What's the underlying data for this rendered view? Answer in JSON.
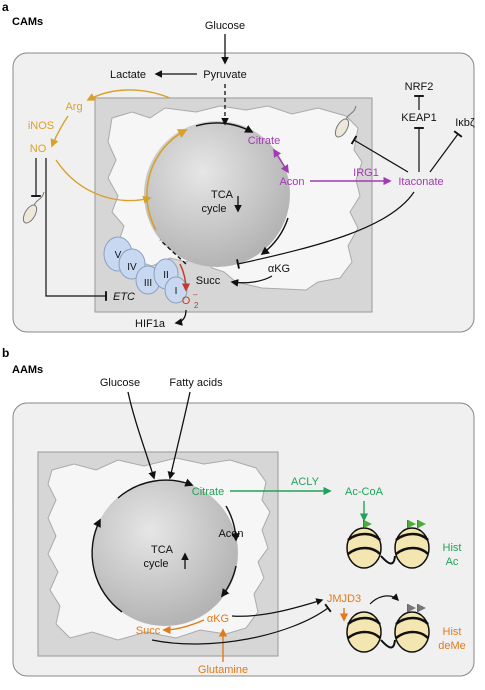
{
  "panel_a": {
    "letter": "a",
    "title": "CAMs",
    "glucose": "Glucose",
    "lactate": "Lactate",
    "pyruvate": "Pyruvate",
    "arg": "Arg",
    "inos": "iNOS",
    "no": "NO",
    "citrate": "Citrate",
    "acon": "Acon",
    "irg1": "IRG1",
    "itaconate": "Itaconate",
    "nrf2": "NRF2",
    "keap1": "KEAP1",
    "ikbz": "Iκbζ",
    "tca_line1": "TCA",
    "tca_line2": "cycle",
    "akg": "αKG",
    "succ": "Succ",
    "complex_v": "V",
    "complex_iv": "IV",
    "complex_iii": "III",
    "complex_ii": "II",
    "complex_i": "I",
    "etc": "ETC",
    "o2": "O",
    "o2_sub": "2",
    "o2_sup": "–",
    "hif1a": "HIF1a"
  },
  "panel_b": {
    "letter": "b",
    "title": "AAMs",
    "glucose": "Glucose",
    "fatty_acids": "Fatty acids",
    "citrate": "Citrate",
    "acly": "ACLY",
    "acetyl_coa": "Ac-CoA",
    "acon": "Acon",
    "tca_line1": "TCA",
    "tca_line2": "cycle",
    "akg": "αKG",
    "succ": "Succ",
    "glutamine": "Glutamine",
    "jmjd3": "JMJD3",
    "hist_ac_1": "Hist",
    "hist_ac_2": "Ac",
    "hist_deme_1": "Hist",
    "hist_deme_2": "deMe"
  },
  "colors": {
    "purple": "#a23ab3",
    "gold": "#d9a12a",
    "green": "#1fa35a",
    "orange": "#e07b1a",
    "red": "#c43a2a",
    "cell_fill": "#d6d6d6",
    "panel_fill": "#f0f0f0",
    "complex_fill": "#c8d8f0"
  }
}
